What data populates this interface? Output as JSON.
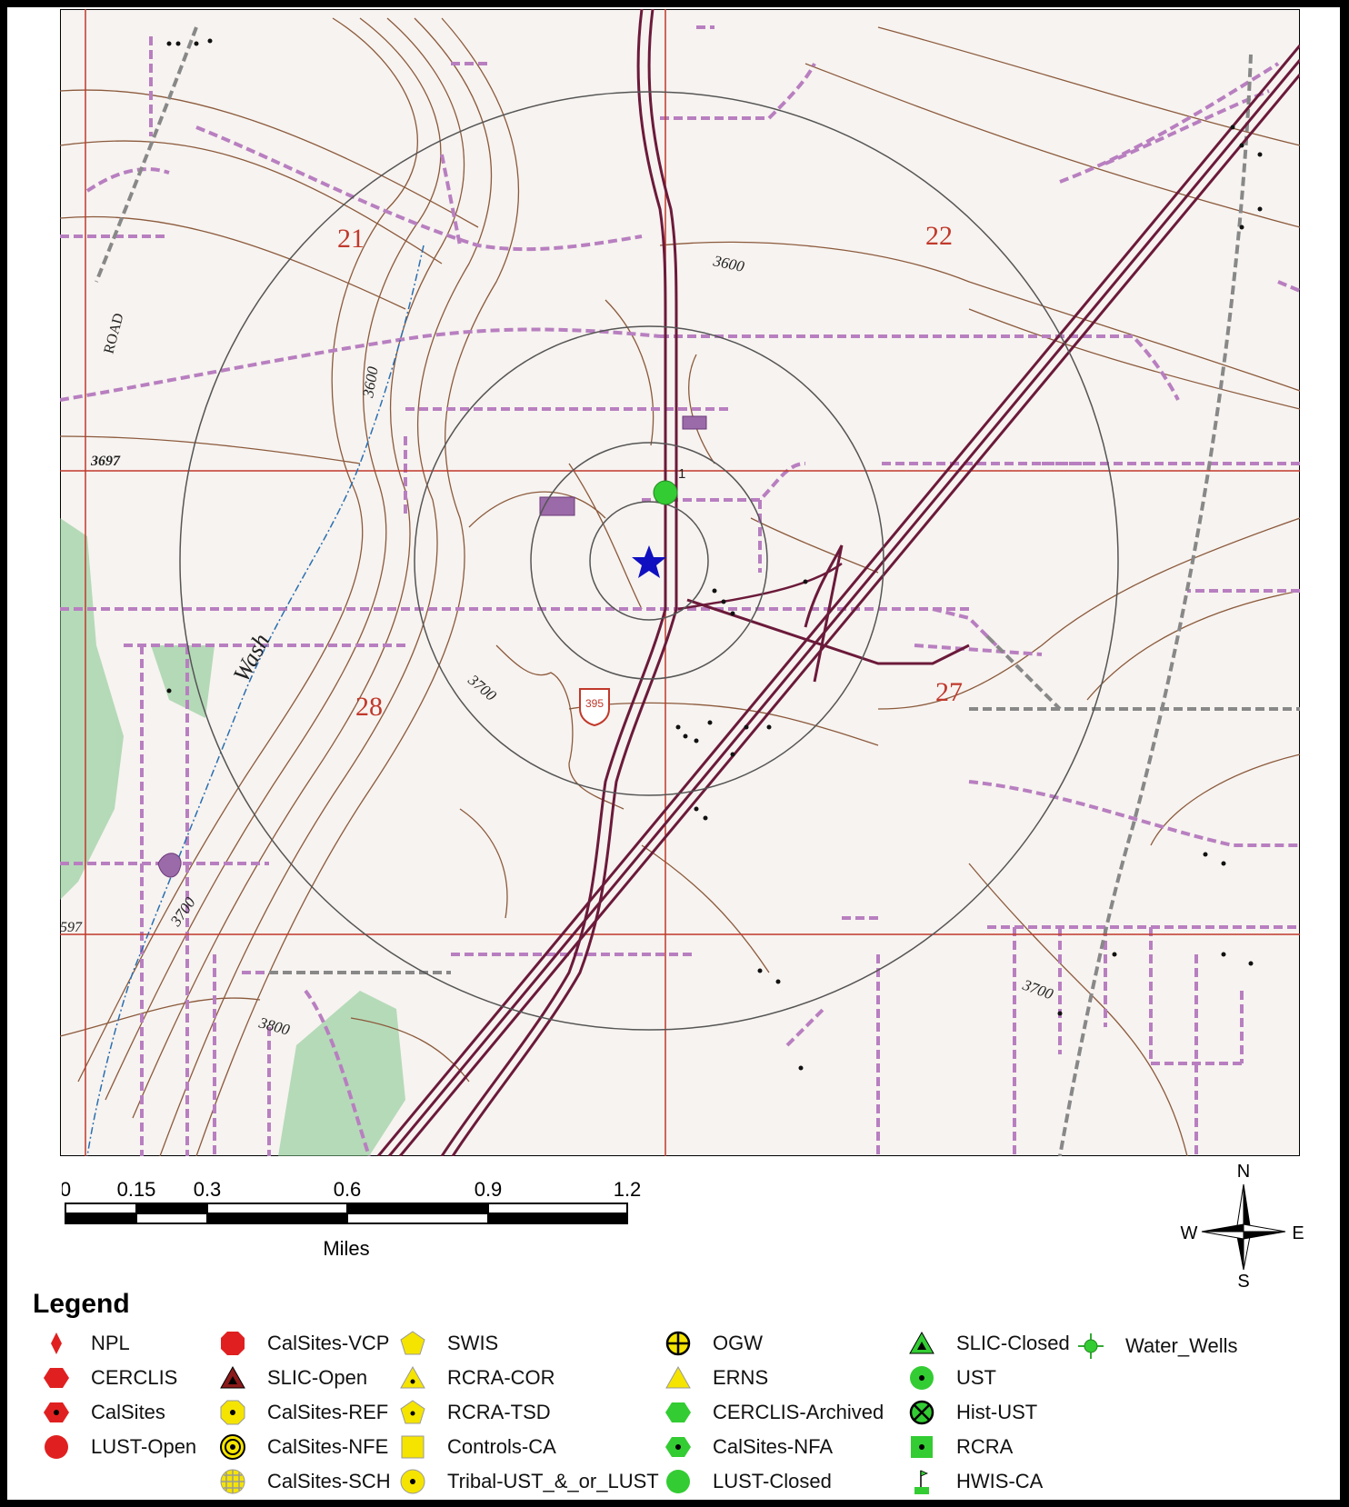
{
  "map": {
    "section_labels": [
      "21",
      "22",
      "28",
      "27"
    ],
    "contour_labels": [
      "3600",
      "3600",
      "3700",
      "3700",
      "3800",
      "3700"
    ],
    "benchmark_labels": [
      "3697",
      "597"
    ],
    "road_label": "ROAD",
    "wash_label": "Wash",
    "highway_shield": "395",
    "site_marker_label": "1",
    "colors": {
      "section_lines": "#c0392b",
      "trails": "#b87fc0",
      "roads": "#6b1a3a",
      "contours": "#8b5a3c",
      "vegetation": "#2e9a3e",
      "rings": "#555555",
      "site_star": "#1010c0",
      "ust_marker": "#33cc33"
    }
  },
  "scale_bar": {
    "ticks": [
      "0",
      "0.15",
      "0.3",
      "0.6",
      "0.9",
      "1.2"
    ],
    "units": "Miles"
  },
  "compass": {
    "n": "N",
    "s": "S",
    "e": "E",
    "w": "W"
  },
  "legend": {
    "title": "Legend",
    "items": [
      {
        "label": "NPL",
        "icon": "red-diamond"
      },
      {
        "label": "CERCLIS",
        "icon": "red-hexagon"
      },
      {
        "label": "CalSites",
        "icon": "red-hexagon-dot"
      },
      {
        "label": "LUST-Open",
        "icon": "red-circle"
      },
      {
        "label": "CalSites-VCP",
        "icon": "red-octagon"
      },
      {
        "label": "SLIC-Open",
        "icon": "dark-red-triangle"
      },
      {
        "label": "CalSites-REF",
        "icon": "yellow-octagon-dot"
      },
      {
        "label": "CalSites-NFE",
        "icon": "yellow-bullseye"
      },
      {
        "label": "CalSites-SCH",
        "icon": "yellow-circle-cross"
      },
      {
        "label": "SWIS",
        "icon": "yellow-pentagon"
      },
      {
        "label": "RCRA-COR",
        "icon": "yellow-triangle-dot"
      },
      {
        "label": "RCRA-TSD",
        "icon": "yellow-pentagon-dot"
      },
      {
        "label": "Controls-CA",
        "icon": "yellow-square"
      },
      {
        "label": "Tribal-UST_&_or_LUST",
        "icon": "yellow-circle-dot"
      },
      {
        "label": "OGW",
        "icon": "yellow-circle-plus"
      },
      {
        "label": "ERNS",
        "icon": "yellow-triangle"
      },
      {
        "label": "CERCLIS-Archived",
        "icon": "green-hexagon"
      },
      {
        "label": "CalSites-NFA",
        "icon": "green-hexagon-dot"
      },
      {
        "label": "LUST-Closed",
        "icon": "green-circle"
      },
      {
        "label": "SLIC-Closed",
        "icon": "green-triangle"
      },
      {
        "label": "UST",
        "icon": "green-circle-dot"
      },
      {
        "label": "Hist-UST",
        "icon": "green-circle-x"
      },
      {
        "label": "RCRA",
        "icon": "green-square-dot"
      },
      {
        "label": "HWIS-CA",
        "icon": "green-flag"
      },
      {
        "label": "Water_Wells",
        "icon": "green-well"
      }
    ]
  }
}
